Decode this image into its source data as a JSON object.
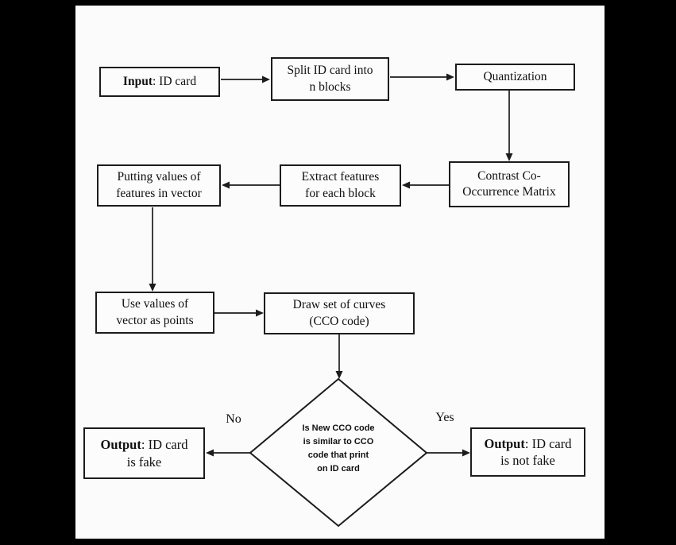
{
  "nodes": {
    "input": {
      "bold": "Input",
      "rest": ": ID card"
    },
    "split": {
      "line1": "Split ID card into",
      "line2": "n blocks"
    },
    "quantization": {
      "label": "Quantization"
    },
    "contrast_matrix": {
      "line1": "Contrast Co-",
      "line2": "Occurrence Matrix"
    },
    "extract": {
      "line1": "Extract features",
      "line2": "for each block"
    },
    "vector": {
      "line1": "Putting values of",
      "line2": "features in vector"
    },
    "points": {
      "line1": "Use values of",
      "line2": "vector as points"
    },
    "curves": {
      "line1": "Draw set of curves",
      "line2": "(CCO code)"
    },
    "decision": {
      "line1": "Is New CCO code",
      "line2": "is similar to CCO",
      "line3": "code that print",
      "line4": "on ID card"
    },
    "output_fake": {
      "bold": "Output",
      "rest": ": ID card",
      "line2": "is fake"
    },
    "output_real": {
      "bold": "Output",
      "rest": ": ID card",
      "line2": "is not fake"
    }
  },
  "edge_labels": {
    "no": "No",
    "yes": "Yes"
  },
  "colors": {
    "background": "#000000",
    "page": "#fbfbfb",
    "stroke": "#1c1c1c",
    "text": "#101010"
  }
}
